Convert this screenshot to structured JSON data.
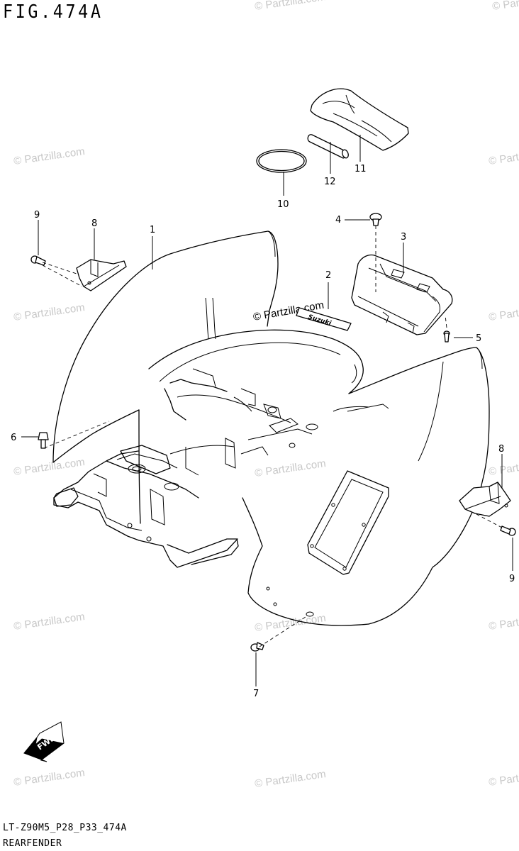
{
  "figure": {
    "title": "FIG.474A",
    "model_code": "LT-Z90M5_P28_P33_474A",
    "section_name": "REARFENDER"
  },
  "watermark": {
    "text": "© Partzilla.com"
  },
  "fwd_label": "FWD",
  "decal_text": "Suzuki",
  "callouts": [
    {
      "id": "part-1",
      "label": "1"
    },
    {
      "id": "part-2",
      "label": "2"
    },
    {
      "id": "part-3",
      "label": "3"
    },
    {
      "id": "part-4",
      "label": "4"
    },
    {
      "id": "part-5",
      "label": "5"
    },
    {
      "id": "part-6",
      "label": "6"
    },
    {
      "id": "part-7",
      "label": "7"
    },
    {
      "id": "part-8-left",
      "label": "8"
    },
    {
      "id": "part-8-right",
      "label": "8"
    },
    {
      "id": "part-9-left",
      "label": "9"
    },
    {
      "id": "part-9-right",
      "label": "9"
    },
    {
      "id": "part-10",
      "label": "10"
    },
    {
      "id": "part-11",
      "label": "11"
    },
    {
      "id": "part-12",
      "label": "12"
    }
  ]
}
